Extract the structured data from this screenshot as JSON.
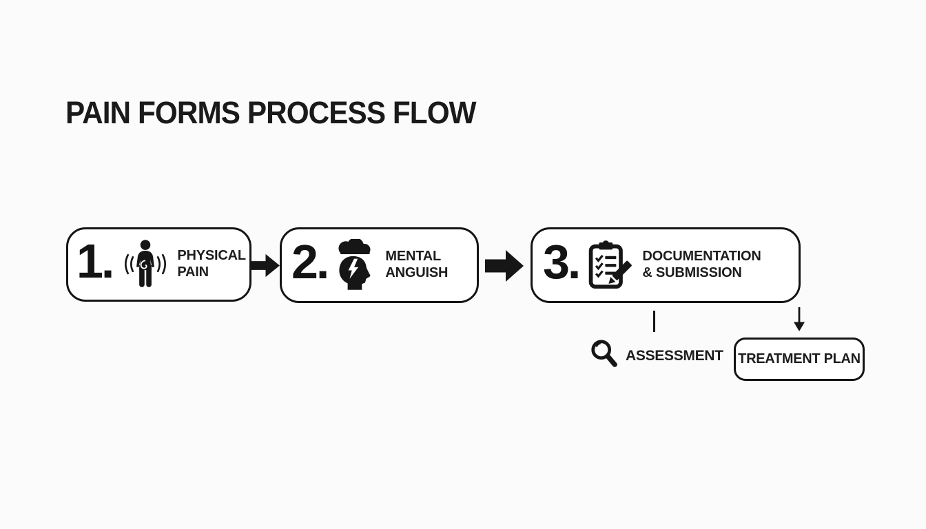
{
  "colors": {
    "ink": "#161616",
    "background": "#fbfbfb",
    "box_fill": "#ffffff"
  },
  "title": "PAIN FORMS PROCESS FLOW",
  "steps": [
    {
      "number": "1.",
      "lines": [
        "PHYSICAL",
        "PAIN"
      ],
      "icon": "person-pain-icon"
    },
    {
      "number": "2.",
      "lines": [
        "MENTAL",
        "ANGUISH"
      ],
      "icon": "head-storm-icon"
    },
    {
      "number": "3.",
      "lines": [
        "DOCUMENTATION",
        "& SUBMISSION"
      ],
      "icon": "clipboard-checklist-icon"
    }
  ],
  "branches": {
    "assessment": {
      "label": "ASSESSMENT",
      "icon": "magnifier-icon"
    },
    "treatment_plan": {
      "label": "TREATMENT PLAN"
    }
  }
}
